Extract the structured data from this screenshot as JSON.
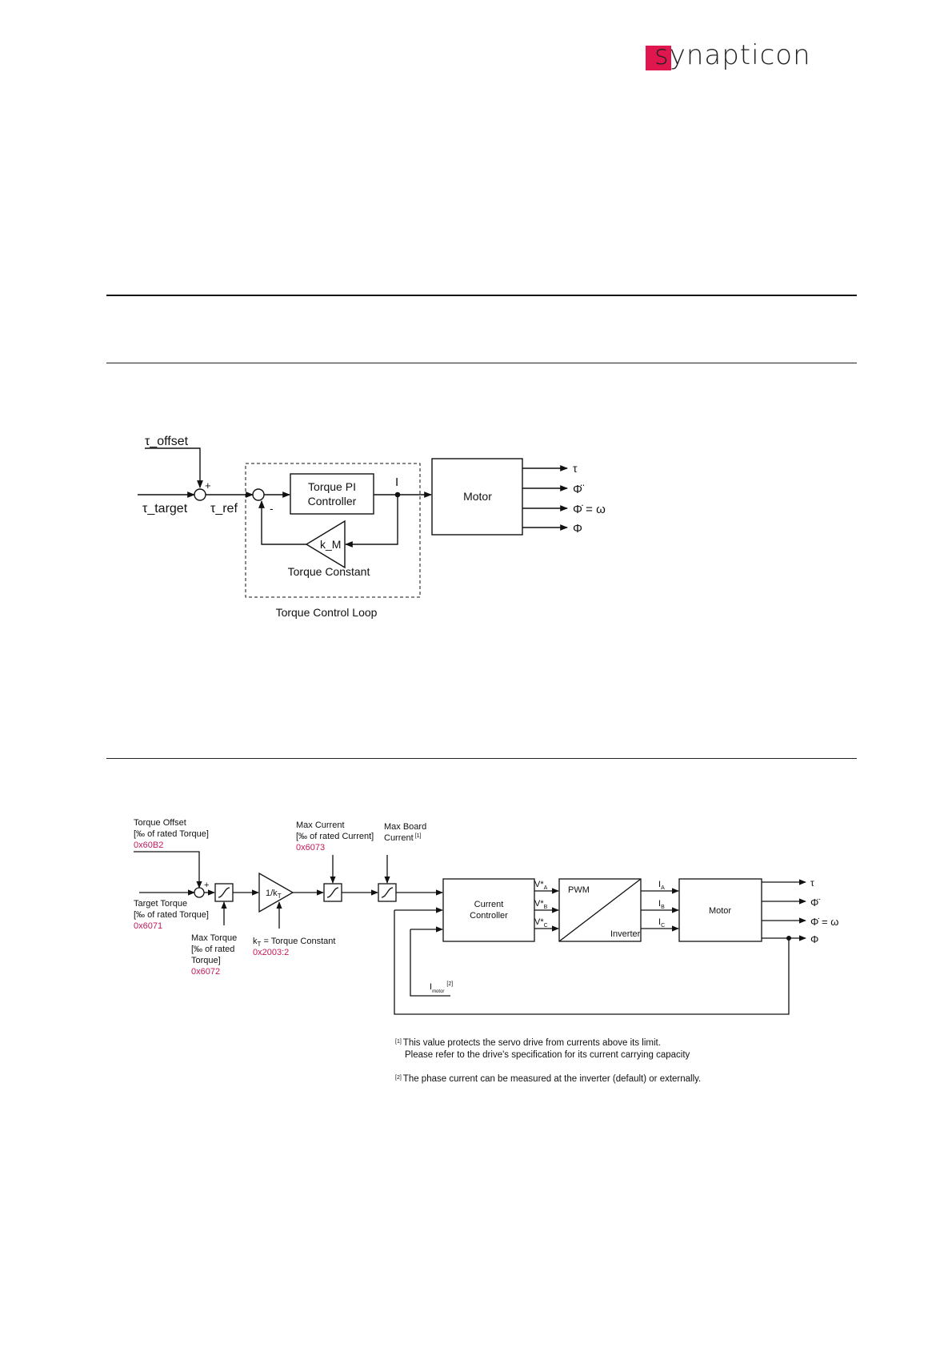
{
  "logo": {
    "text": "synapticon",
    "accent": "#e0174f"
  },
  "diagram1": {
    "tau_offset": "τ_offset",
    "tau_target": "τ_target",
    "tau_ref": "τ_ref",
    "plus": "+",
    "minus": "-",
    "pi_line1": "Torque PI",
    "pi_line2": "Controller",
    "current": "I",
    "km": "k_M",
    "torque_constant": "Torque Constant",
    "loop_label": "Torque Control Loop",
    "motor": "Motor",
    "out_torque": "τ",
    "out_accel": "Φ̈",
    "out_speed": "Φ̇ = ω",
    "out_pos": "Φ"
  },
  "diagram2": {
    "offset_l1": "Torque Offset",
    "offset_l2": "[‰ of rated Torque]",
    "offset_code": "0x60B2",
    "target_l1": "Target Torque",
    "target_l2": "[‰ of rated Torque]",
    "target_code": "0x6071",
    "plus": "+",
    "maxtorque_l1": "Max Torque",
    "maxtorque_l2": "[‰ of rated",
    "maxtorque_l3": "Torque]",
    "maxtorque_code": "0x6072",
    "gain_label": "1/k",
    "gain_sub": "T",
    "kt_label": "k",
    "kt_sub": "T",
    "kt_rest": " = Torque Constant",
    "kt_code": "0x2003:2",
    "maxcurrent_l1": "Max Current",
    "maxcurrent_l2": "[‰ of rated Current]",
    "maxcurrent_code": "0x6073",
    "maxboard_l1": "Max Board",
    "maxboard_l2": "Current",
    "maxboard_ref": "[1]",
    "cc_l1": "Current",
    "cc_l2": "Controller",
    "va": "V*",
    "va_sub": "A",
    "vb": "V*",
    "vb_sub": "B",
    "vc": "V*",
    "vc_sub": "C",
    "pwm": "PWM",
    "inverter": "Inverter",
    "ia": "I",
    "ia_sub": "A",
    "ib": "I",
    "ib_sub": "B",
    "ic": "I",
    "ic_sub": "C",
    "motor": "Motor",
    "out_torque": "τ",
    "out_accel": "Φ̈",
    "out_speed": "Φ̇ = ω",
    "out_pos": "Φ",
    "imotor": "I",
    "imotor_sub": "motor",
    "imotor_ref": "[2]",
    "note1_ref": "[1]",
    "note1_l1": "This value protects the servo drive from currents above its limit.",
    "note1_l2": "Please refer to the drive's specification for its current carrying capacity",
    "note2_ref": "[2]",
    "note2_l1": "The phase current can be measured at the inverter (default) or externally."
  }
}
